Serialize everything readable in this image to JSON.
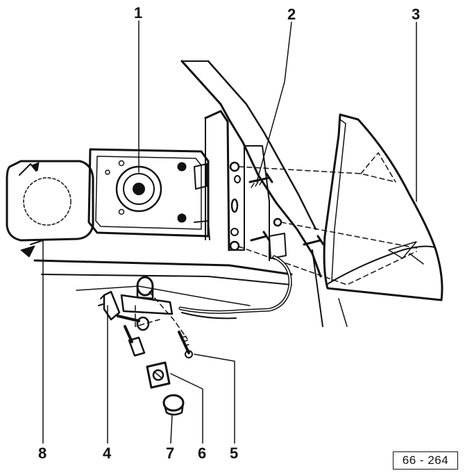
{
  "diagram": {
    "callouts": [
      {
        "id": "1",
        "label": "1"
      },
      {
        "id": "2",
        "label": "2"
      },
      {
        "id": "3",
        "label": "3"
      },
      {
        "id": "4",
        "label": "4"
      },
      {
        "id": "5",
        "label": "5"
      },
      {
        "id": "6",
        "label": "6"
      },
      {
        "id": "7",
        "label": "7"
      },
      {
        "id": "8",
        "label": "8"
      }
    ],
    "reference_code": "66 - 264",
    "colors": {
      "ink": "#111111",
      "paper": "#ffffff"
    }
  }
}
